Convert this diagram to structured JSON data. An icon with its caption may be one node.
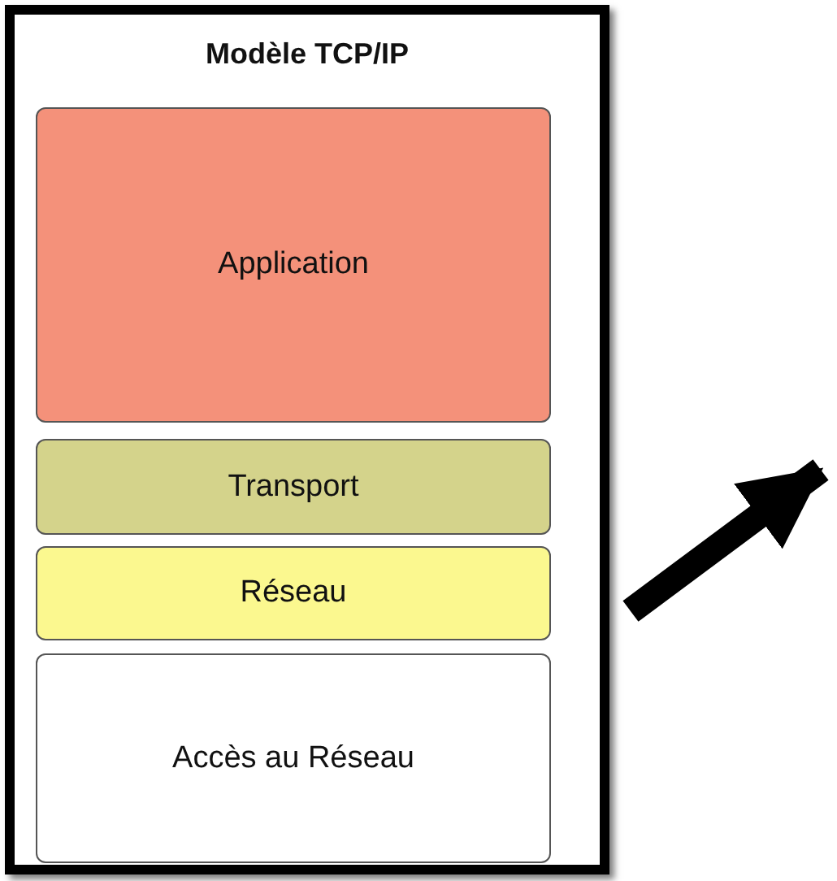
{
  "diagram": {
    "nodes": [
      {
        "text": [
          "Modèle TCP/IP"
        ]
      },
      {
        "text": [
          "Application"
        ],
        "in": 0
      },
      {
        "text": [
          "Transport"
        ],
        "in": 0
      },
      {
        "text": [
          "Réseau"
        ],
        "in": 0
      },
      {
        "text": [
          "Accès au Réseau"
        ],
        "in": 0
      }
    ]
  }
}
